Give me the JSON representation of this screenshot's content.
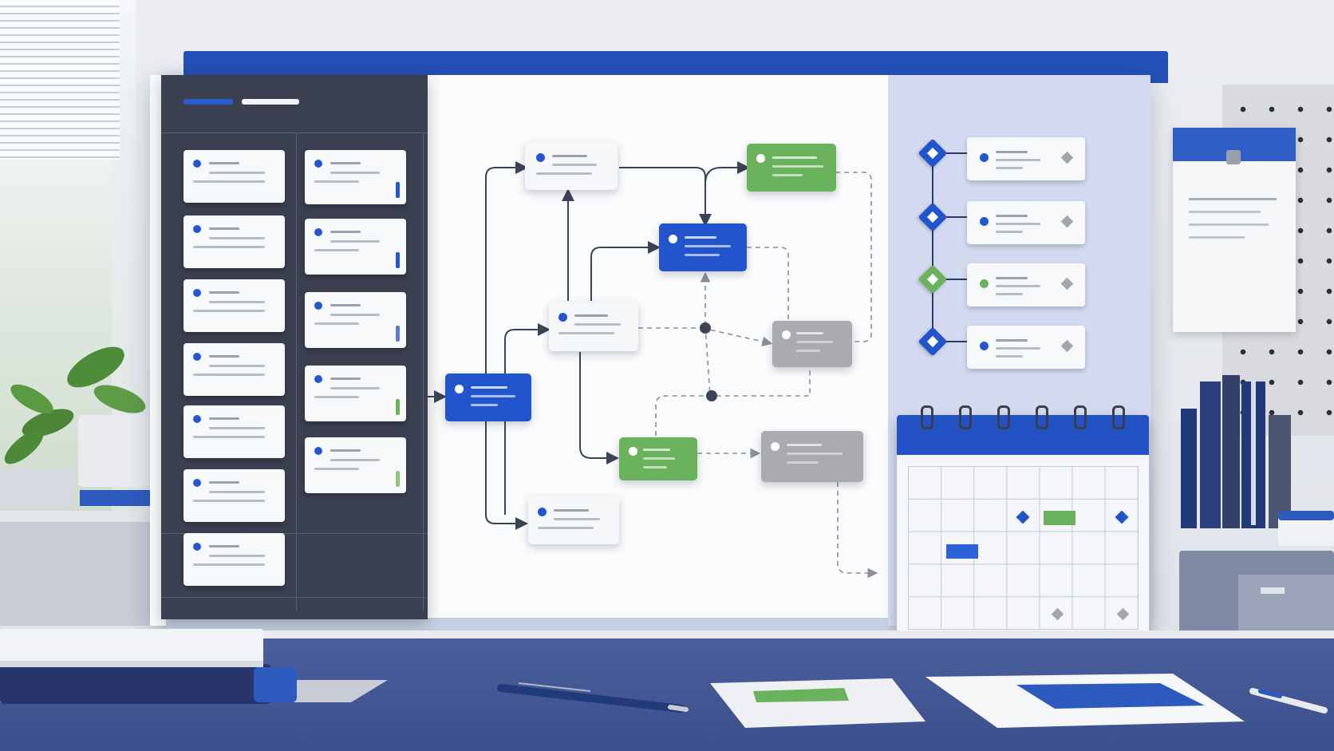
{
  "scene": "workflow-board-illustration",
  "colors": {
    "accent_blue": "#2254cc",
    "accent_green": "#6bb25c",
    "neutral_gray": "#a9abb0",
    "panel_dark": "#3a4050",
    "panel_lavender": "#d3daf0"
  },
  "left_panel": {
    "tabs": [
      "blue-tab",
      "white-tab"
    ],
    "column_a_count": 7,
    "column_b_count": 5,
    "column_b_tags": [
      "blue",
      "blue",
      "blue",
      "green",
      "green"
    ]
  },
  "flow_nodes": [
    {
      "id": "n1",
      "color": "white"
    },
    {
      "id": "n2",
      "color": "green"
    },
    {
      "id": "n3",
      "color": "blue"
    },
    {
      "id": "n4",
      "color": "white"
    },
    {
      "id": "n5",
      "color": "gray"
    },
    {
      "id": "n6",
      "color": "blue"
    },
    {
      "id": "n7",
      "color": "green"
    },
    {
      "id": "n8",
      "color": "gray"
    },
    {
      "id": "n9",
      "color": "white"
    }
  ],
  "milestones": [
    {
      "color": "blue"
    },
    {
      "color": "blue"
    },
    {
      "color": "green"
    },
    {
      "color": "blue"
    }
  ],
  "calendar": {
    "rows": 5,
    "cols": 7
  }
}
